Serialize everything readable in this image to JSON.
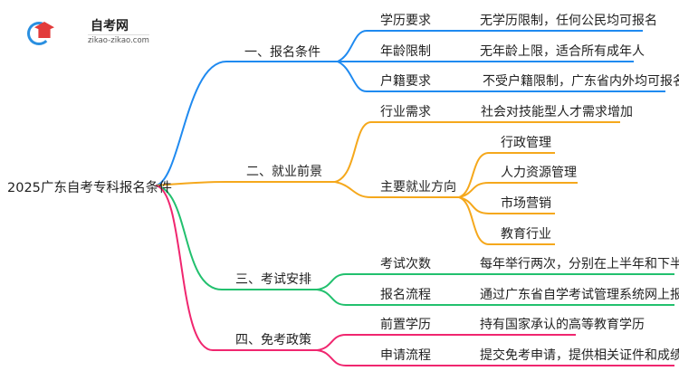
{
  "logo": {
    "title": "自考网",
    "url": "zikao-zikao.com"
  },
  "root": "2025广东自考专科报名条件",
  "colors": {
    "blue": "#1f8af0",
    "orange": "#f5a81c",
    "green": "#22c06e",
    "pink": "#f0266f"
  },
  "branches": [
    {
      "label": "一、报名条件",
      "children": [
        {
          "label": "学历要求",
          "value": "无学历限制，任何公民均可报名"
        },
        {
          "label": "年龄限制",
          "value": "无年龄上限，适合所有成年人"
        },
        {
          "label": "户籍要求",
          "value": "不受户籍限制，广东省内外均可报名"
        }
      ]
    },
    {
      "label": "二、就业前景",
      "children": [
        {
          "label": "行业需求",
          "value": "社会对技能型人才需求增加"
        },
        {
          "label": "主要就业方向",
          "items": [
            "行政管理",
            "人力资源管理",
            "市场营销",
            "教育行业"
          ]
        }
      ]
    },
    {
      "label": "三、考试安排",
      "children": [
        {
          "label": "考试次数",
          "value": "每年举行两次，分别在上半年和下半年"
        },
        {
          "label": "报名流程",
          "value": "通过广东省自学考试管理系统网上报名"
        }
      ]
    },
    {
      "label": "四、免考政策",
      "children": [
        {
          "label": "前置学历",
          "value": "持有国家承认的高等教育学历"
        },
        {
          "label": "申请流程",
          "value": "提交免考申请，提供相关证件和成绩单"
        }
      ]
    }
  ]
}
